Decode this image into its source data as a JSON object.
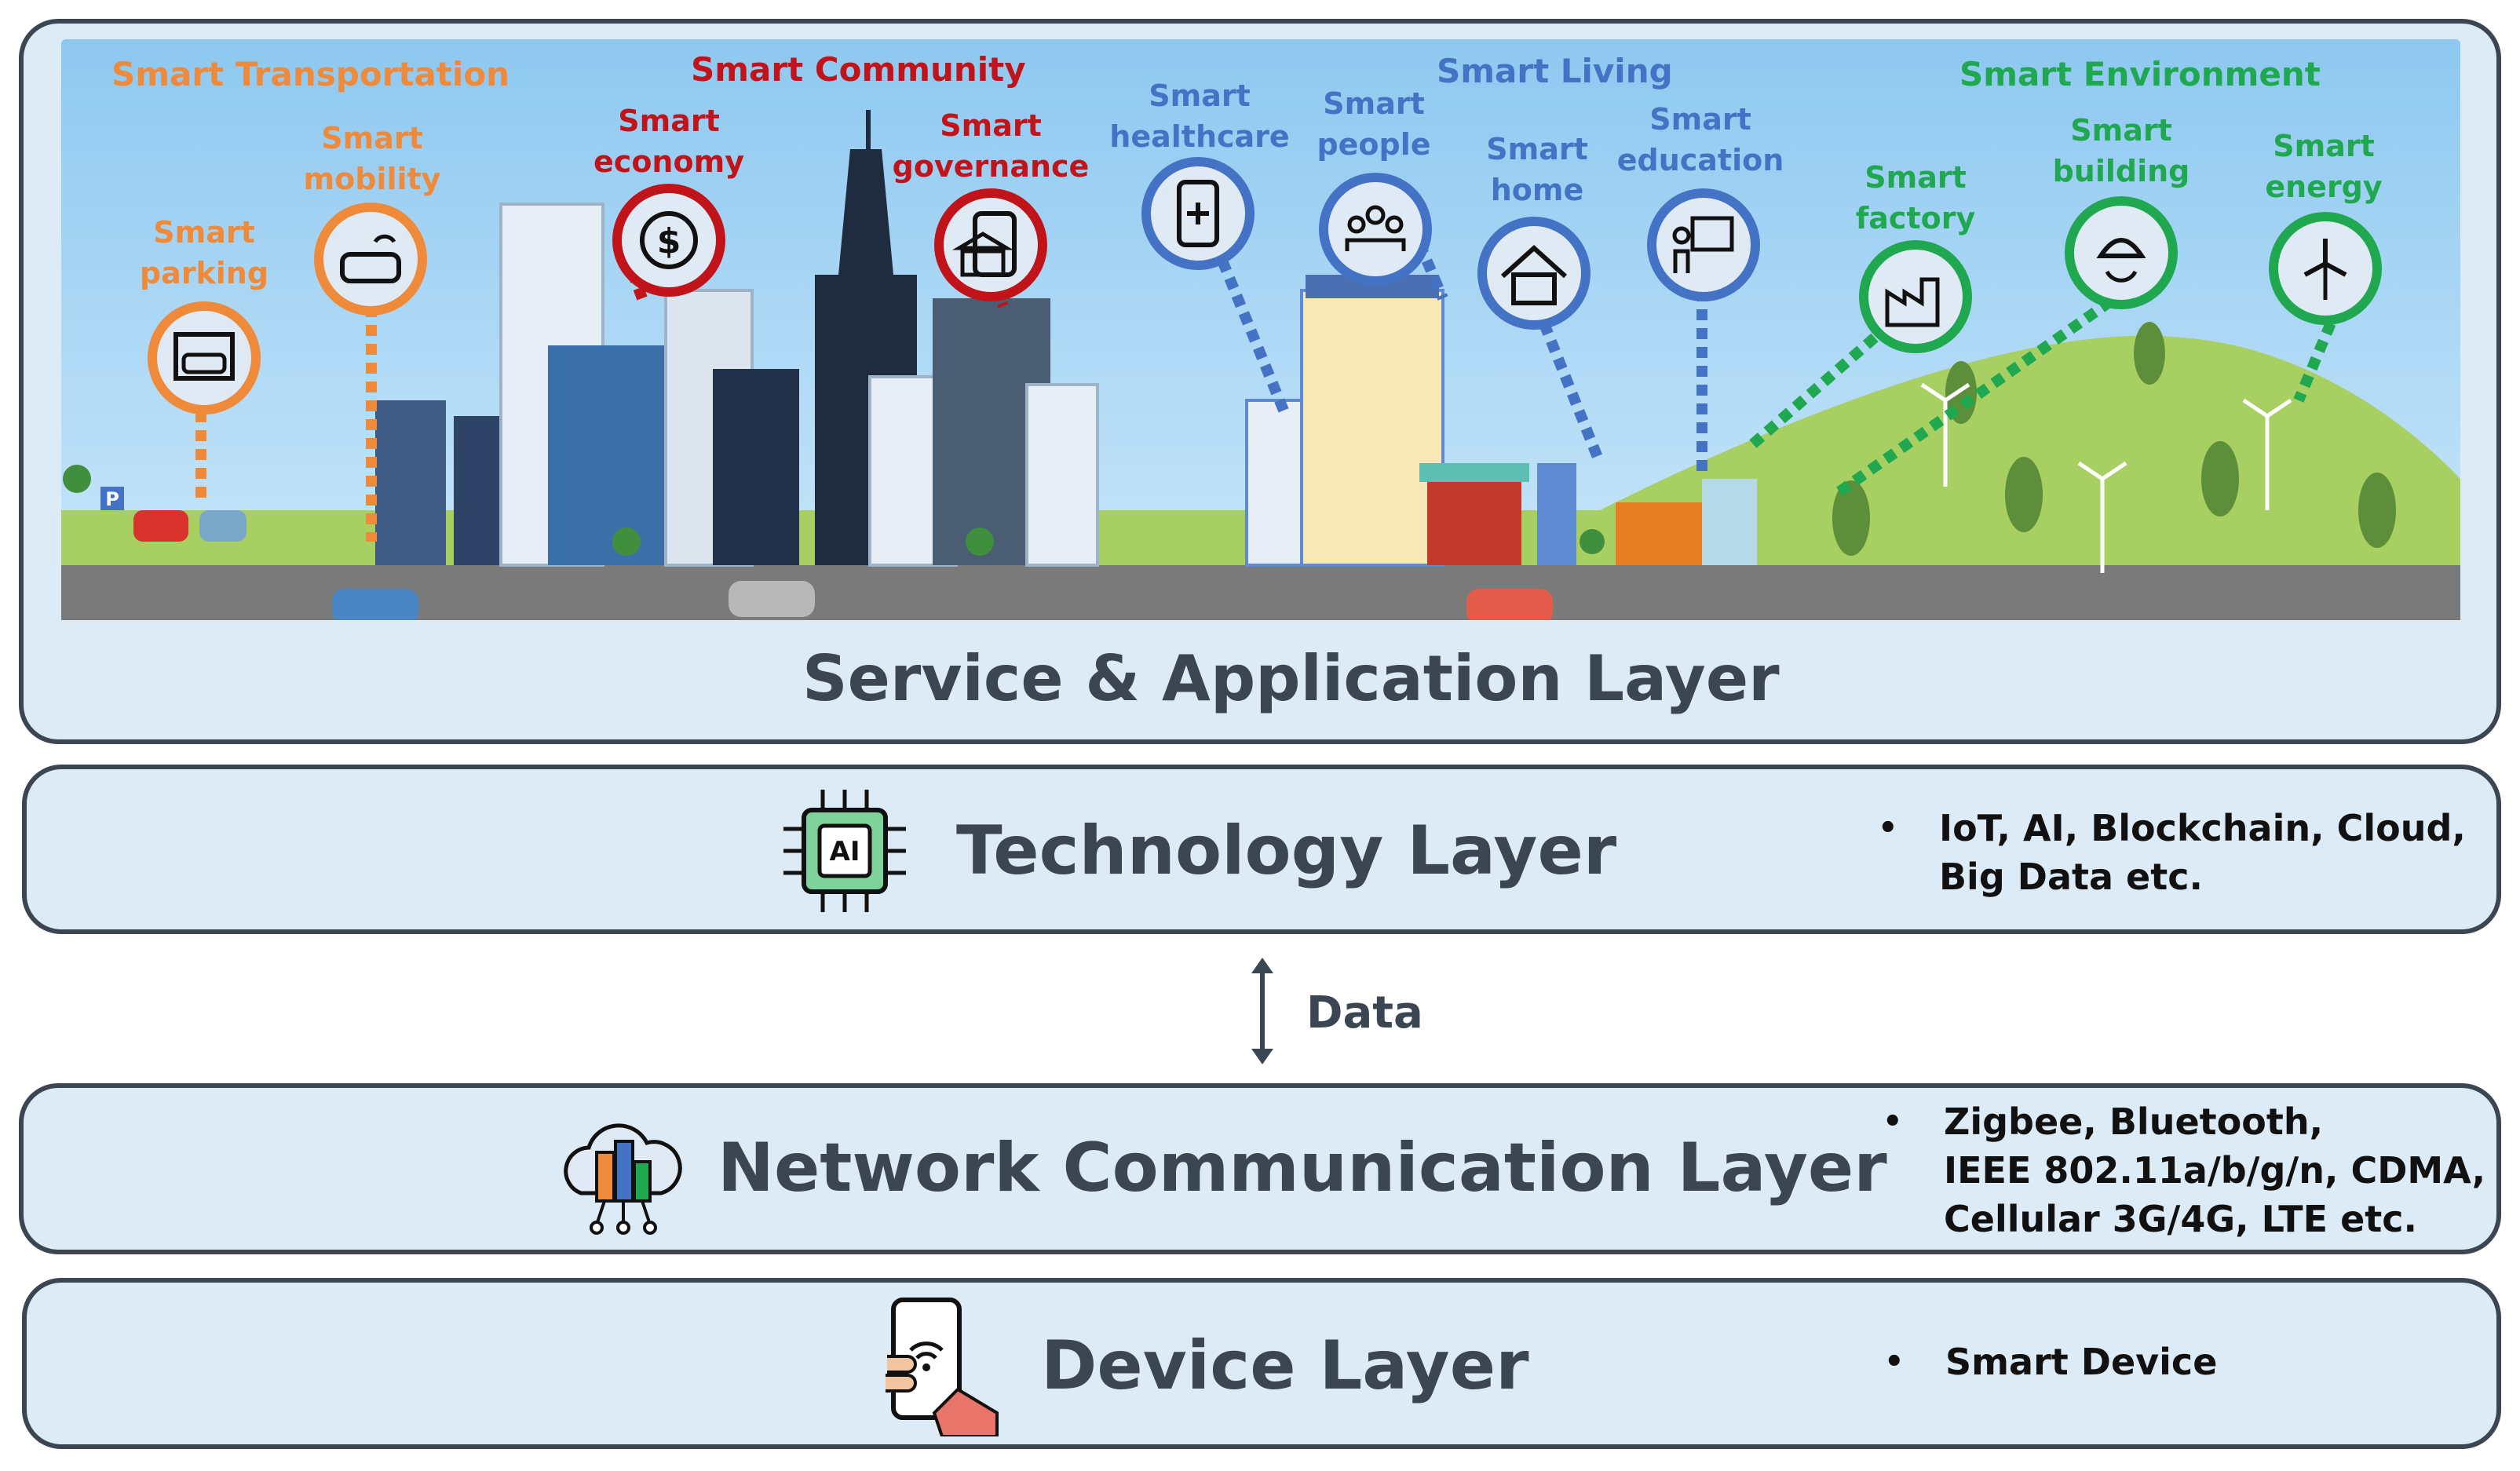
{
  "service_layer": {
    "title": "Service & Application Layer",
    "categories": [
      {
        "name": "Smart Transportation",
        "color": "#ee8a3a"
      },
      {
        "name": "Smart Community",
        "color": "#c0141a"
      },
      {
        "name": "Smart Living",
        "color": "#4472c4"
      },
      {
        "name": "Smart Environment",
        "color": "#1fa84f"
      }
    ],
    "services": [
      {
        "label1": "Smart",
        "label2": "parking",
        "icon": "parking-garage-icon",
        "color": "#ee8a3a"
      },
      {
        "label1": "Smart",
        "label2": "mobility",
        "icon": "connected-car-icon",
        "color": "#ee8a3a"
      },
      {
        "label1": "Smart",
        "label2": "economy",
        "icon": "dollar-cycle-icon",
        "color": "#c0141a"
      },
      {
        "label1": "Smart",
        "label2": "governance",
        "icon": "government-building-icon",
        "color": "#c0141a"
      },
      {
        "label1": "Smart",
        "label2": "healthcare",
        "icon": "medical-phone-icon",
        "color": "#4472c4"
      },
      {
        "label1": "Smart",
        "label2": "people",
        "icon": "people-group-icon",
        "color": "#4472c4"
      },
      {
        "label1": "Smart",
        "label2": "home",
        "icon": "smart-home-icon",
        "color": "#4472c4"
      },
      {
        "label1": "Smart",
        "label2": "education",
        "icon": "teacher-board-icon",
        "color": "#4472c4"
      },
      {
        "label1": "Smart",
        "label2": "factory",
        "icon": "factory-icon",
        "color": "#1fa84f"
      },
      {
        "label1": "Smart",
        "label2": "building",
        "icon": "smart-lamp-icon",
        "color": "#1fa84f"
      },
      {
        "label1": "Smart",
        "label2": "energy",
        "icon": "wind-energy-icon",
        "color": "#1fa84f"
      }
    ]
  },
  "technology_layer": {
    "title": "Technology Layer",
    "icon": "ai-chip-icon",
    "chip_text": "AI",
    "bullets": [
      "IoT, AI, Blockchain, Cloud,",
      "Big Data etc."
    ]
  },
  "data_link": {
    "label": "Data"
  },
  "network_layer": {
    "title": "Network Communication Layer",
    "icon": "cloud-city-network-icon",
    "bullets": [
      "Zigbee, Bluetooth,",
      "IEEE 802.11a/b/g/n, CDMA,",
      "Cellular 3G/4G, LTE etc."
    ]
  },
  "device_layer": {
    "title": "Device Layer",
    "icon": "hand-smartphone-icon",
    "bullets": [
      "Smart Device"
    ]
  },
  "colors": {
    "frame": "#3b4652",
    "layer_fill": "#dcebf5",
    "sky": "#9fd2f4",
    "road": "#7a7a7a",
    "grass": "#a8cf62"
  }
}
